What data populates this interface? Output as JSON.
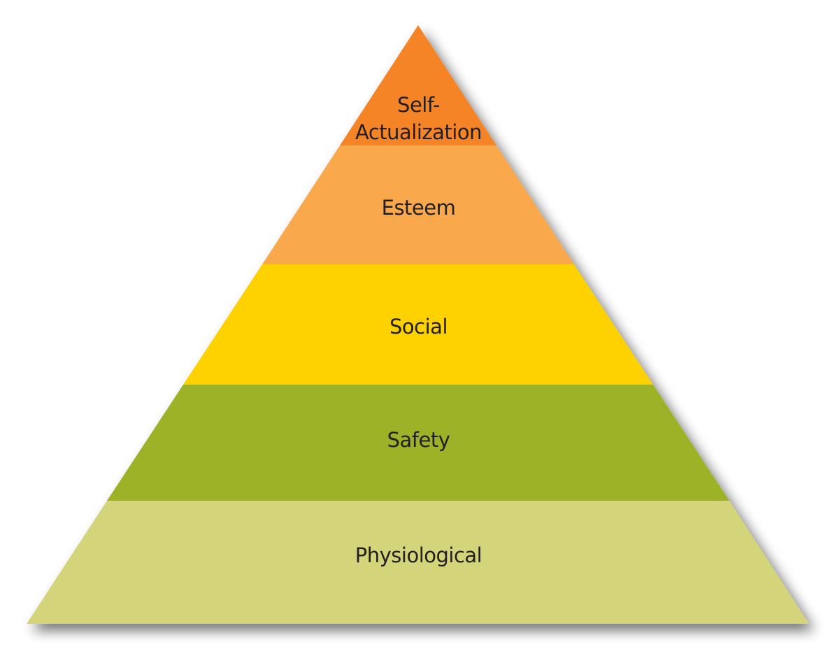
{
  "diagram": {
    "type": "pyramid",
    "title": "",
    "levels": [
      {
        "label_line1": "Self-",
        "label_line2": "Actualization",
        "color": "#f58426"
      },
      {
        "label": "Esteem",
        "color": "#f9a94b"
      },
      {
        "label": "Social",
        "color": "#fdd205"
      },
      {
        "label": "Safety",
        "color": "#9db228"
      },
      {
        "label": "Physiological",
        "color": "#d4d47a"
      }
    ]
  }
}
